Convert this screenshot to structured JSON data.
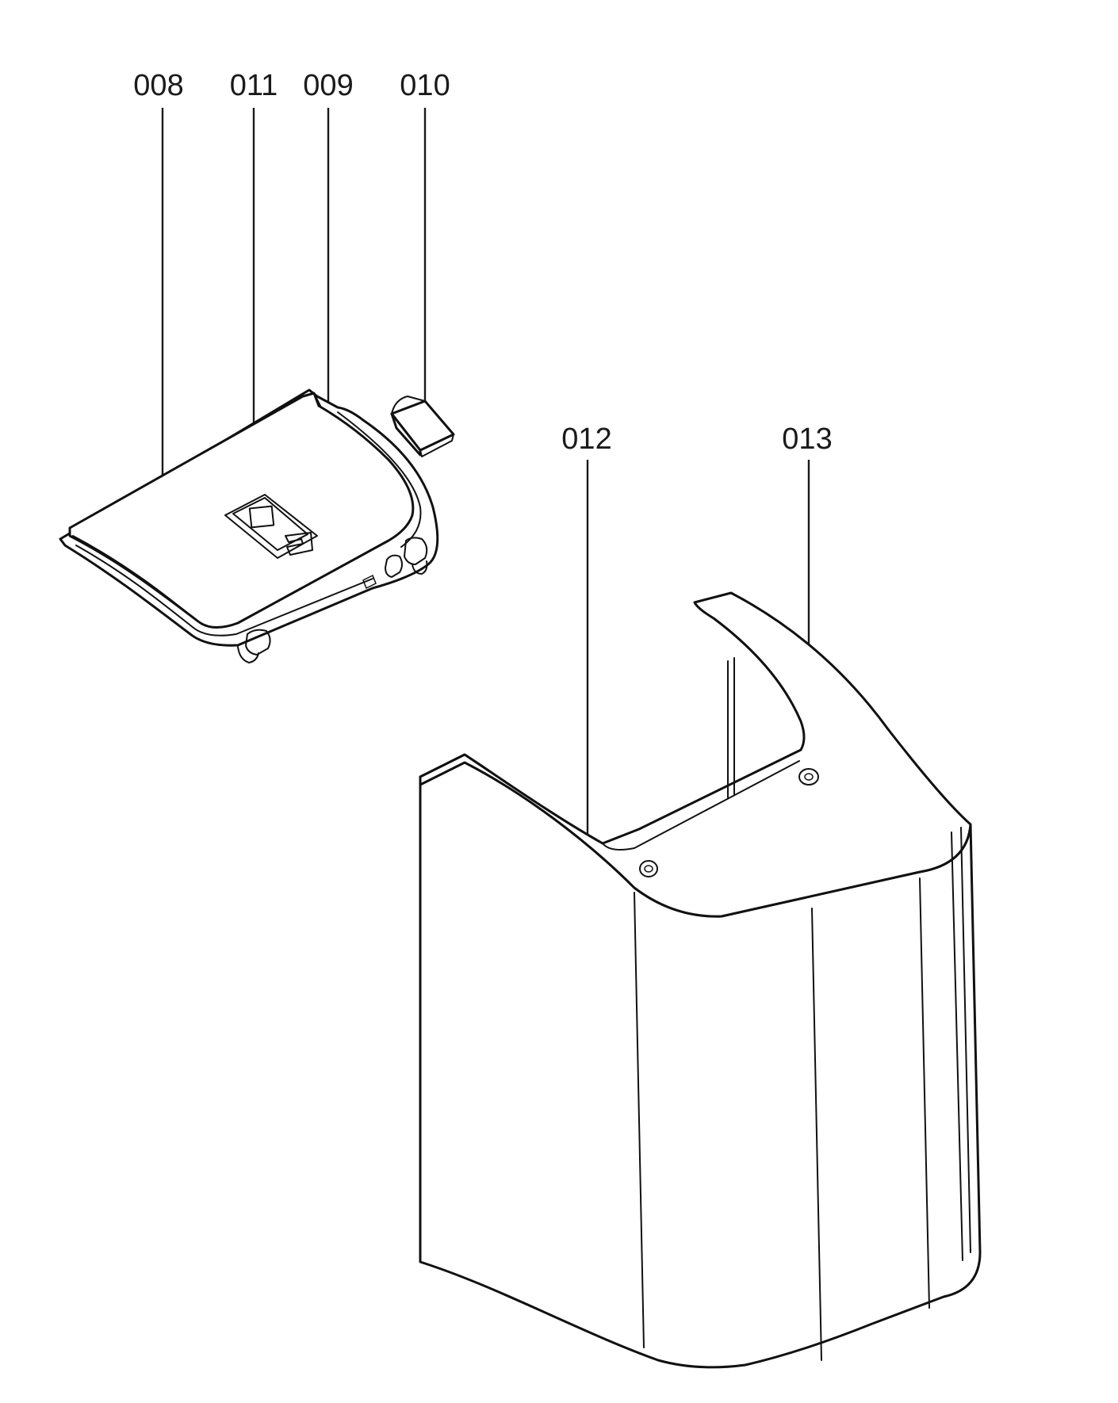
{
  "diagram": {
    "labels": {
      "p008": "008",
      "p011": "011",
      "p009": "009",
      "p010": "010",
      "p012": "012",
      "p013": "013"
    },
    "colors": {
      "line": "#111111",
      "background": "#ffffff"
    }
  }
}
